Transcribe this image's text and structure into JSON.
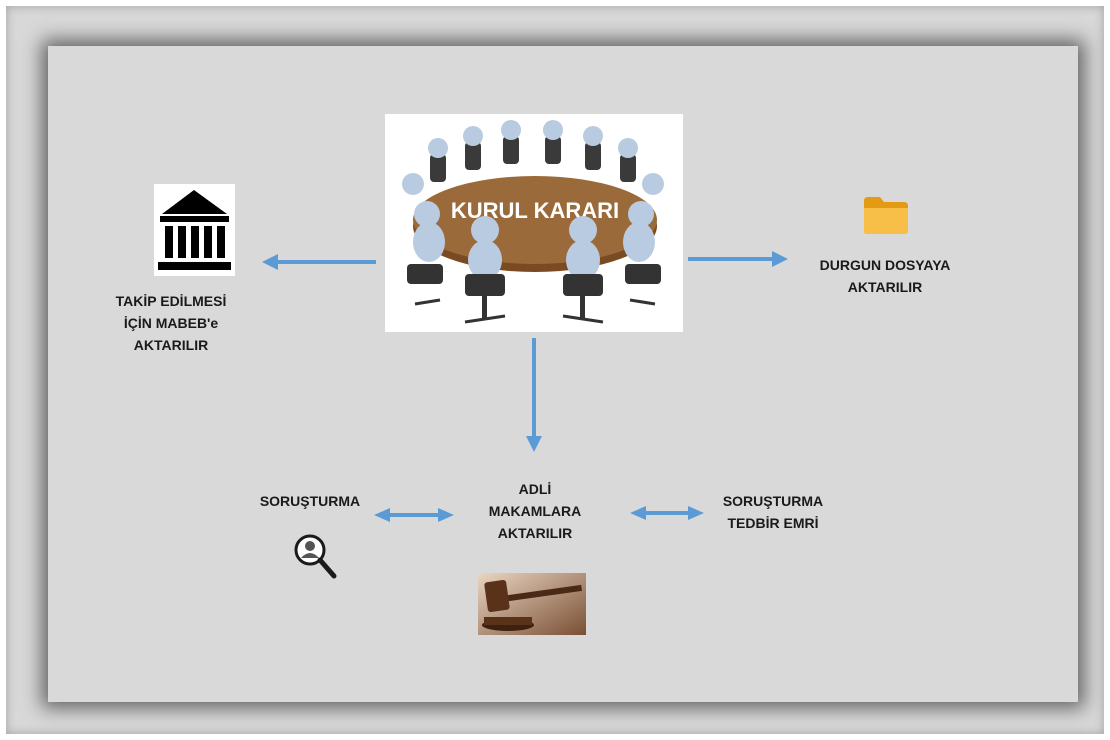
{
  "diagram": {
    "center": {
      "text": "KURUL KARARI"
    },
    "left": {
      "lines": [
        "TAKİP EDİLMESİ",
        "İÇİN MABEB'e",
        "AKTARILIR"
      ]
    },
    "right": {
      "lines": [
        "DURGUN DOSYAYA",
        "AKTARILIR"
      ]
    },
    "bottom": {
      "lines": [
        "ADLİ",
        "MAKAMLARA",
        "AKTARILIR"
      ]
    },
    "bottom_left": {
      "text": "SORUŞTURMA"
    },
    "bottom_right": {
      "lines": [
        "SORUŞTURMA",
        "TEDBİR EMRİ"
      ]
    }
  },
  "colors": {
    "arrow": "#5b9bd5",
    "slide": "#d9d9d9",
    "table": "#8b5a2b",
    "figure": "#b9cbe0",
    "folder": "#f5b432"
  },
  "icons": [
    "meeting-image",
    "bank-icon",
    "folder-icon",
    "magnifier-icon",
    "gavel-image"
  ]
}
